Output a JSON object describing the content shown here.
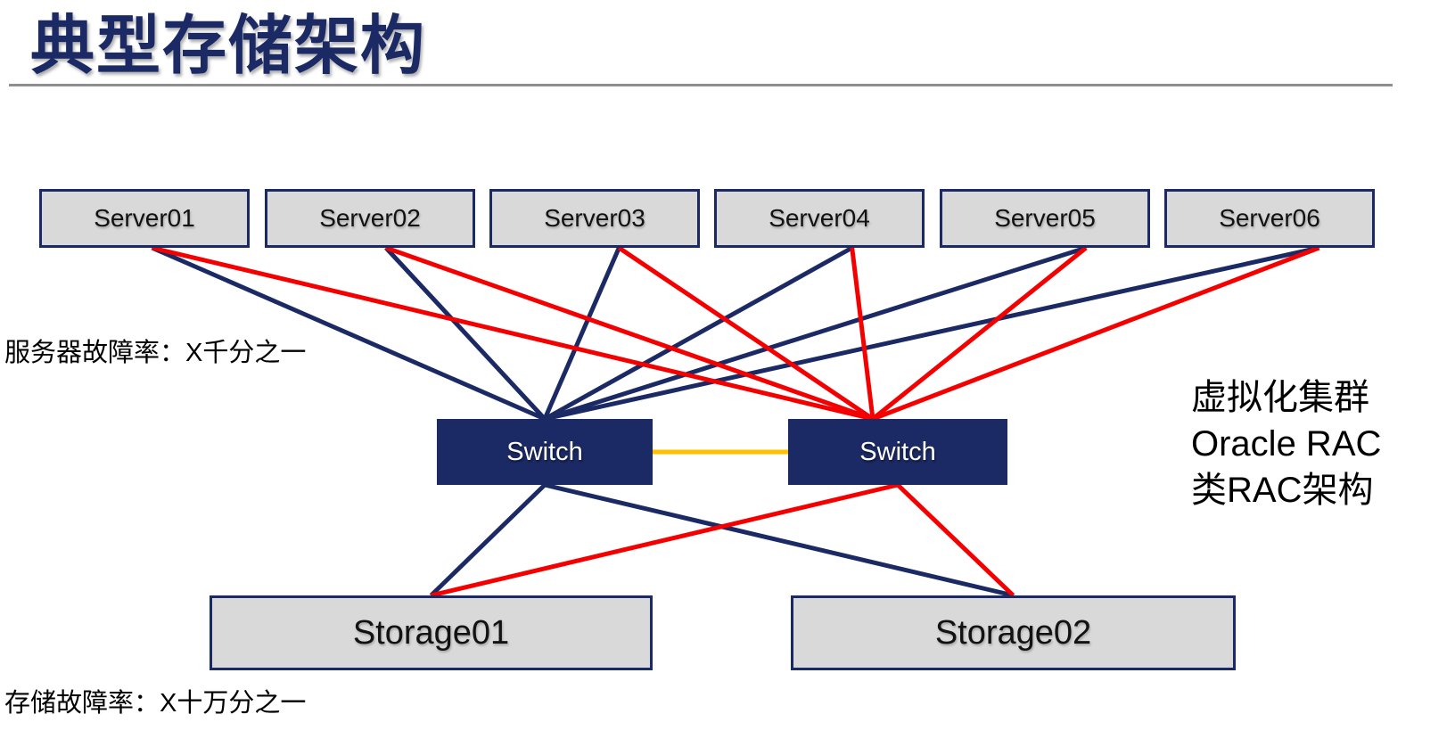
{
  "title": "典型存储架构",
  "servers": [
    {
      "label": "Server01"
    },
    {
      "label": "Server02"
    },
    {
      "label": "Server03"
    },
    {
      "label": "Server04"
    },
    {
      "label": "Server05"
    },
    {
      "label": "Server06"
    }
  ],
  "switches": [
    {
      "label": "Switch"
    },
    {
      "label": "Switch"
    }
  ],
  "storages": [
    {
      "label": "Storage01"
    },
    {
      "label": "Storage02"
    }
  ],
  "annotations": {
    "server_failure_rate": "服务器故障率：X千分之一",
    "storage_failure_rate": "存储故障率：X十万分之一",
    "right_note_lines": [
      "虚拟化集群",
      "Oracle RAC",
      "类RAC架构"
    ]
  },
  "colors": {
    "navy": "#1b2a64",
    "red": "#f40000",
    "orange": "#ffc000",
    "node_fill": "#d9d9d9",
    "divider": "#8f8f8f"
  },
  "connections": [
    {
      "from": "server-1",
      "to": "switch-left",
      "color": "navy"
    },
    {
      "from": "server-2",
      "to": "switch-left",
      "color": "navy"
    },
    {
      "from": "server-3",
      "to": "switch-left",
      "color": "navy"
    },
    {
      "from": "server-4",
      "to": "switch-left",
      "color": "navy"
    },
    {
      "from": "server-5",
      "to": "switch-left",
      "color": "navy"
    },
    {
      "from": "server-6",
      "to": "switch-left",
      "color": "navy"
    },
    {
      "from": "server-1",
      "to": "switch-right",
      "color": "red"
    },
    {
      "from": "server-2",
      "to": "switch-right",
      "color": "red"
    },
    {
      "from": "server-3",
      "to": "switch-right",
      "color": "red"
    },
    {
      "from": "server-4",
      "to": "switch-right",
      "color": "red"
    },
    {
      "from": "server-5",
      "to": "switch-right",
      "color": "red"
    },
    {
      "from": "server-6",
      "to": "switch-right",
      "color": "red"
    },
    {
      "from": "switch-left",
      "to": "storage-1",
      "color": "navy"
    },
    {
      "from": "switch-left",
      "to": "storage-2",
      "color": "navy"
    },
    {
      "from": "switch-right",
      "to": "storage-1",
      "color": "red"
    },
    {
      "from": "switch-right",
      "to": "storage-2",
      "color": "red"
    },
    {
      "from": "switch-left",
      "to": "switch-right",
      "color": "orange"
    }
  ]
}
